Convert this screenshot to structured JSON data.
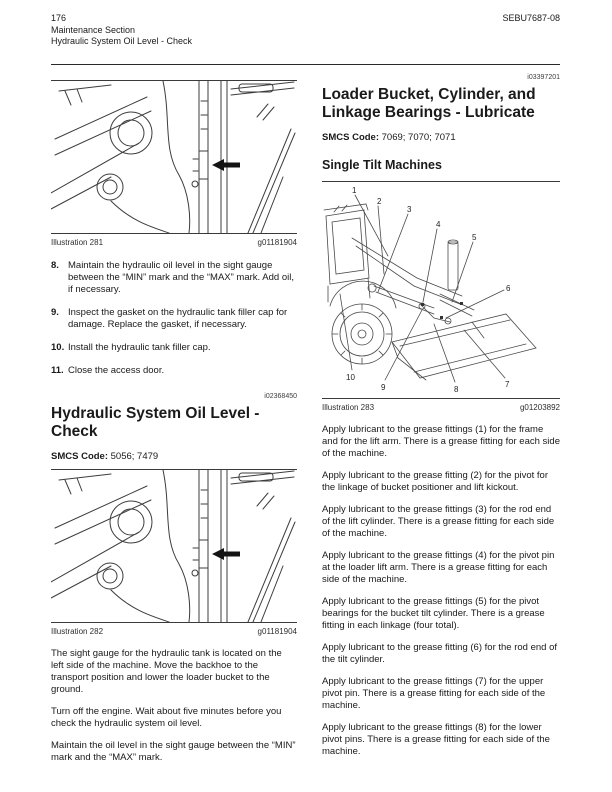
{
  "header": {
    "page_number": "176",
    "section": "Maintenance Section",
    "subsection": "Hydraulic System Oil Level - Check",
    "doc_code": "SEBU7687-08"
  },
  "left_column": {
    "illustration_281": {
      "label": "Illustration 281",
      "code": "g01181904"
    },
    "steps": [
      {
        "num": "8.",
        "text": "Maintain the hydraulic oil level in the sight gauge between the “MIN” mark and the “MAX” mark. Add oil, if necessary."
      },
      {
        "num": "9.",
        "text": "Inspect the gasket on the hydraulic tank filler cap for damage. Replace the gasket, if necessary."
      },
      {
        "num": "10.",
        "text": "Install the hydraulic tank filler cap."
      },
      {
        "num": "11.",
        "text": "Close the access door."
      }
    ],
    "article_id": "i02368450",
    "heading": "Hydraulic System Oil Level - Check",
    "smcs_label": "SMCS Code:",
    "smcs_value": "5056; 7479",
    "illustration_282": {
      "label": "Illustration 282",
      "code": "g01181904"
    },
    "paragraphs": [
      "The sight gauge for the hydraulic tank is located on the left side of the machine. Move the backhoe to the transport position and lower the loader bucket to the ground.",
      "Turn off the engine. Wait about five minutes before you check the hydraulic system oil level.",
      "Maintain the oil level in the sight gauge between the “MIN” mark and the “MAX” mark."
    ]
  },
  "right_column": {
    "article_id": "i03397201",
    "heading": "Loader Bucket, Cylinder, and Linkage Bearings - Lubricate",
    "smcs_label": "SMCS Code:",
    "smcs_value": "7069; 7070; 7071",
    "subheading": "Single Tilt Machines",
    "illustration_283": {
      "label": "Illustration 283",
      "code": "g01203892",
      "callouts": [
        "1",
        "2",
        "3",
        "4",
        "5",
        "6",
        "7",
        "8",
        "9",
        "10"
      ]
    },
    "paragraphs": [
      "Apply lubricant to the grease fittings (1) for the frame and for the lift arm. There is a grease fitting for each side of the machine.",
      "Apply lubricant to the grease fitting (2) for the pivot for the linkage of bucket positioner and lift kickout.",
      "Apply lubricant to the grease fittings (3) for the rod end of the lift cylinder. There is a grease fitting for each side of the machine.",
      "Apply lubricant to the grease fittings (4) for the pivot pin at the loader lift arm. There is a grease fitting for each side of the machine.",
      "Apply lubricant to the grease fittings (5) for the pivot bearings for the bucket tilt cylinder. There is a grease fitting in each linkage (four total).",
      "Apply lubricant to the grease fitting (6) for the rod end of the tilt cylinder.",
      "Apply lubricant to the grease fittings (7) for the upper pivot pin. There is a grease fitting for each side of the machine.",
      "Apply lubricant to the grease fittings (8) for the lower pivot pins. There is a grease fitting for each side of the machine."
    ]
  }
}
